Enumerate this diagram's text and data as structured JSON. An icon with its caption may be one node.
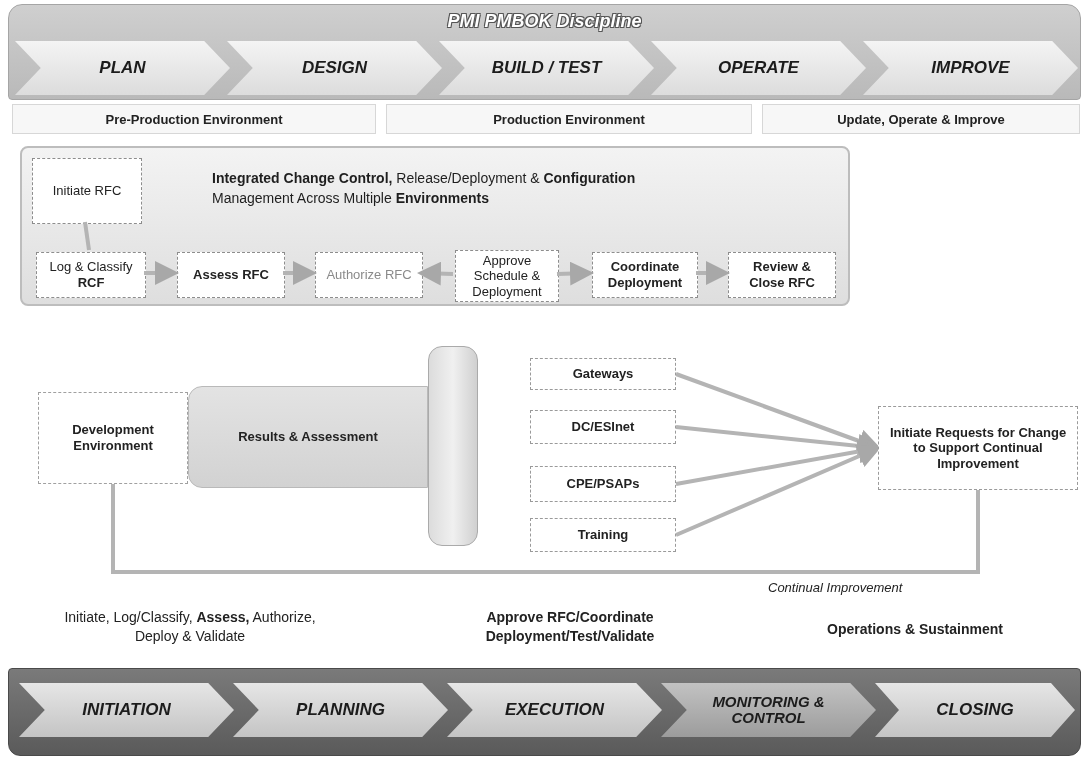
{
  "diagram": {
    "title": "PMI PMBOK Discipline",
    "nodes": [
      {
        "text": [],
        "shape": "band"
      },
      {
        "text": [
          "PLAN"
        ],
        "in": 0
      },
      {
        "text": [
          "DESIGN"
        ],
        "in": 0
      },
      {
        "text": [
          "BUILD / TEST"
        ],
        "in": 0
      },
      {
        "text": [
          "OPERATE"
        ],
        "in": 0
      },
      {
        "text": [
          "IMPROVE"
        ],
        "in": 0
      },
      {
        "text": [
          "Pre-Production Environment"
        ]
      },
      {
        "text": [
          "Production Environment"
        ]
      },
      {
        "text": [
          "Update, Operate & Improve"
        ]
      },
      {
        "text": [
          "**Integrated Change Control,** Release/Deployment & **Configuration** Management Across Multiple **Environments**"
        ]
      },
      {
        "text": [
          "Initiate RFC"
        ],
        "in": 9
      },
      {
        "text": [
          "Log & Classify **RCF**"
        ],
        "in": 9
      },
      {
        "text": [
          "Assess RFC"
        ],
        "in": 9
      },
      {
        "text": [
          "Authorize RFC"
        ],
        "in": 9
      },
      {
        "text": [
          "Approve Schedule & Deployment"
        ],
        "in": 9
      },
      {
        "text": [
          "Coordinate Deployment"
        ],
        "in": 9
      },
      {
        "text": [
          "Review & Close RFC"
        ],
        "in": 9
      },
      {
        "text": [
          "Development Environment"
        ]
      },
      {
        "text": [
          "Results & Assessment"
        ]
      },
      {
        "text": [],
        "shape": "bar"
      },
      {
        "text": [
          "Gateways"
        ]
      },
      {
        "text": [
          "DC/ESInet"
        ]
      },
      {
        "text": [
          "CPE/PSAPs"
        ]
      },
      {
        "text": [
          "Training"
        ]
      },
      {
        "text": [
          "Initiate Requests for Change to Support Continual Improvement"
        ]
      },
      {
        "text": [],
        "shape": "box"
      },
      {
        "text": [
          "INITIATION"
        ],
        "in": 25
      },
      {
        "text": [
          "PLANNING"
        ],
        "in": 25
      },
      {
        "text": [
          "EXECUTION"
        ],
        "in": 25
      },
      {
        "text": [
          "MONITORING & CONTROL"
        ],
        "in": 25
      },
      {
        "text": [
          "CLOSING"
        ],
        "in": 25
      }
    ],
    "edges": [
      {
        "from": 10,
        "to": 11,
        "arrow": "none"
      },
      {
        "from": 11,
        "to": 12,
        "arrow": "to"
      },
      {
        "from": 12,
        "to": 13,
        "arrow": "to"
      },
      {
        "from": 14,
        "to": 13,
        "arrow": "to"
      },
      {
        "from": 14,
        "to": 15,
        "arrow": "to"
      },
      {
        "from": 15,
        "to": 16,
        "arrow": "to"
      },
      {
        "from": 20,
        "to": 24,
        "arrow": "to"
      },
      {
        "from": 21,
        "to": 24,
        "arrow": "to"
      },
      {
        "from": 22,
        "to": 24,
        "arrow": "to"
      },
      {
        "from": 23,
        "to": 24,
        "arrow": "to"
      },
      {
        "from": 24,
        "to": 17,
        "arrow": "none",
        "label": "Continual Improvement"
      }
    ],
    "labels": [
      "Initiate, Log/Classify, **Assess,** Authorize, Deploy & Validate",
      "Approve RFC/Coordinate Deployment/Test/Validate",
      "Operations & Sustainment"
    ]
  }
}
